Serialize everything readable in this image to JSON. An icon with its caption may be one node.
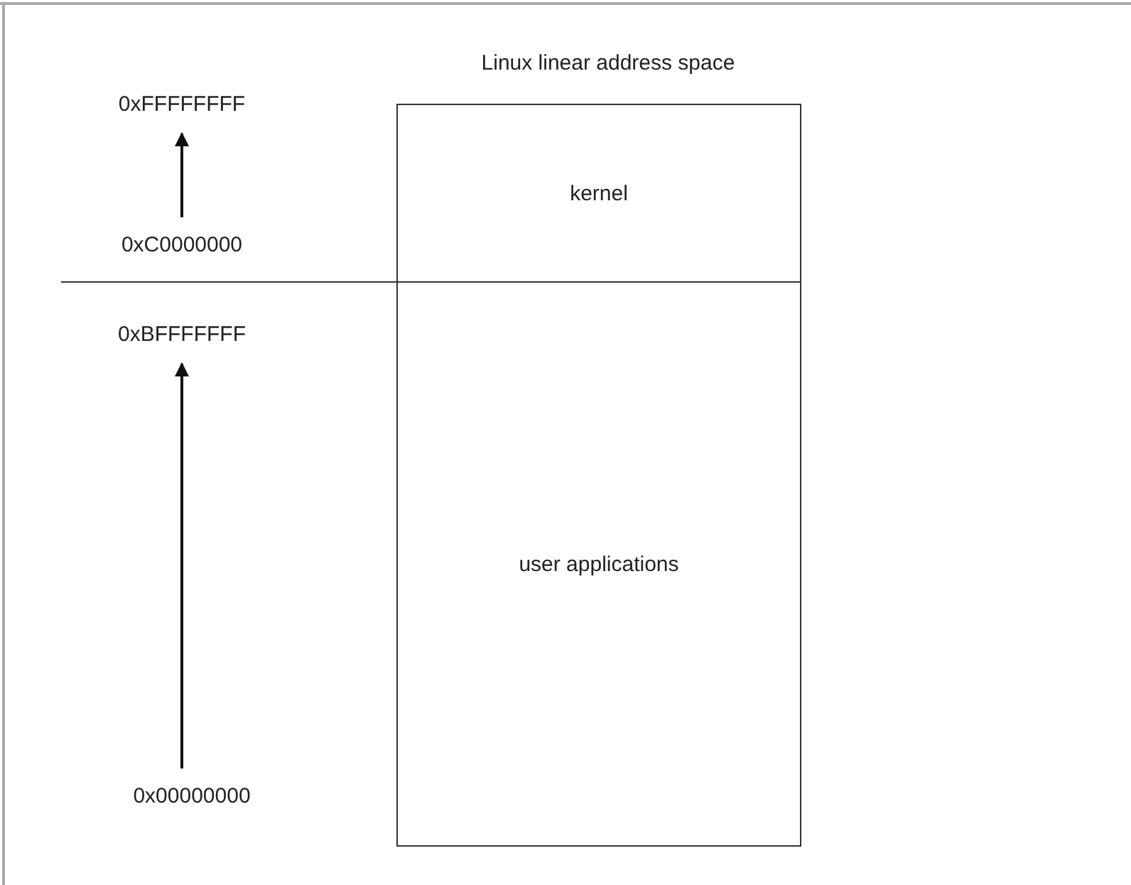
{
  "diagram": {
    "title": "Linux linear address space",
    "nodes": [
      {
        "text": [
          "kernel"
        ]
      },
      {
        "text": [
          "user applications"
        ]
      },
      {
        "text": [
          "0xFFFFFFFF"
        ]
      },
      {
        "text": [
          "0xC0000000"
        ]
      },
      {
        "text": [
          "0xBFFFFFFF"
        ]
      },
      {
        "text": [
          "0x00000000"
        ]
      }
    ],
    "edges": [
      {
        "from": 3,
        "to": 2,
        "arrow": "to"
      },
      {
        "from": 5,
        "to": 4,
        "arrow": "to"
      }
    ]
  }
}
